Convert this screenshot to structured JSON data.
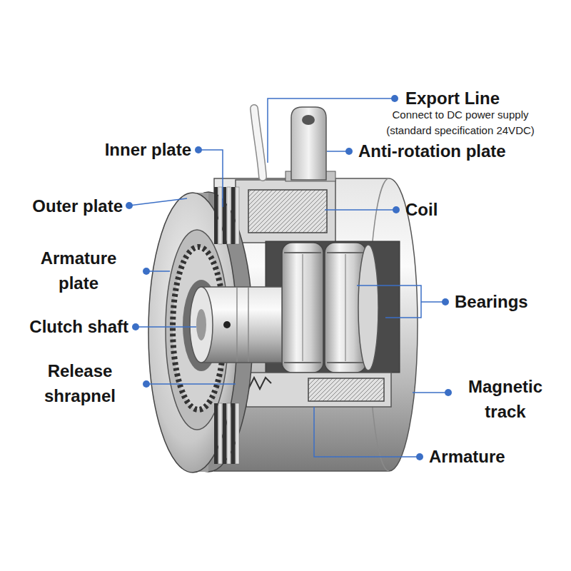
{
  "diagram": {
    "labels": [
      "Export Line",
      "Connect to DC power supply (standard specification 24VDC)",
      "Inner plate",
      "Anti-rotation plate",
      "Outer plate",
      "Coil",
      "Armature plate",
      "Bearings",
      "Clutch shaft",
      "Release shrapnel",
      "Magnetic track",
      "Armature"
    ]
  }
}
